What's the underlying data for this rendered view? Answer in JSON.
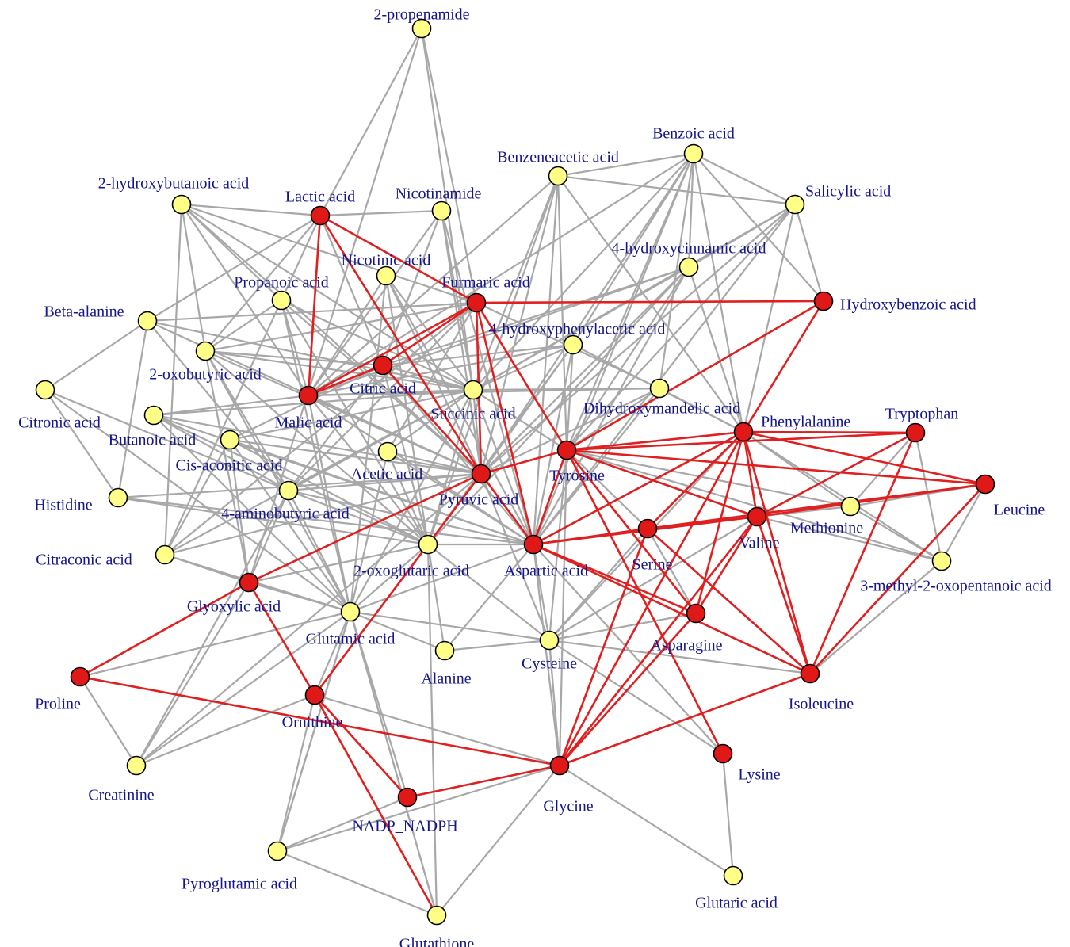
{
  "colors": {
    "red_node": "#e01818",
    "yellow_node": "#ffff88",
    "red_edge": "#e02020",
    "gray_edge": "#a8a8a8",
    "label": "#14148c"
  },
  "nodes": [
    {
      "id": "propenamide",
      "label": "2-propenamide",
      "color": "yellow"
    },
    {
      "id": "benzoic",
      "label": "Benzoic acid",
      "color": "yellow"
    },
    {
      "id": "benzeneacetic",
      "label": "Benzeneacetic acid",
      "color": "yellow"
    },
    {
      "id": "hydroxybutanoic",
      "label": "2-hydroxybutanoic acid",
      "color": "yellow"
    },
    {
      "id": "lactic",
      "label": "Lactic acid",
      "color": "red"
    },
    {
      "id": "nicotinamide",
      "label": "Nicotinamide",
      "color": "yellow"
    },
    {
      "id": "salicylic",
      "label": "Salicylic acid",
      "color": "yellow"
    },
    {
      "id": "hydroxycinnamic",
      "label": "4-hydroxycinnamic acid",
      "color": "yellow"
    },
    {
      "id": "nicotinic",
      "label": "Nicotinic acid",
      "color": "yellow"
    },
    {
      "id": "propanoic",
      "label": "Propanoic acid",
      "color": "yellow"
    },
    {
      "id": "fumaric",
      "label": "Furmaric acid",
      "color": "red"
    },
    {
      "id": "hydroxybenzoic",
      "label": "Hydroxybenzoic acid",
      "color": "red"
    },
    {
      "id": "betaalanine",
      "label": "Beta-alanine",
      "color": "yellow"
    },
    {
      "id": "hydroxyphenylacetic",
      "label": "4-hydroxyphenylacetic acid",
      "color": "yellow"
    },
    {
      "id": "oxobutyric",
      "label": "2-oxobutyric acid",
      "color": "yellow"
    },
    {
      "id": "citric",
      "label": "Citric acid",
      "color": "red"
    },
    {
      "id": "citronic",
      "label": "Citronic acid",
      "color": "yellow"
    },
    {
      "id": "malic",
      "label": "Malic acid",
      "color": "red"
    },
    {
      "id": "succinic",
      "label": "Succinic acid",
      "color": "yellow"
    },
    {
      "id": "dihydroxymandelic",
      "label": "Dihydroxymandelic acid",
      "color": "yellow"
    },
    {
      "id": "phenylalanine",
      "label": "Phenylalanine",
      "color": "red"
    },
    {
      "id": "tryptophan",
      "label": "Tryptophan",
      "color": "red"
    },
    {
      "id": "butanoic",
      "label": "Butanoic acid",
      "color": "yellow"
    },
    {
      "id": "cisaconitic",
      "label": "Cis-aconitic acid",
      "color": "yellow"
    },
    {
      "id": "acetic",
      "label": "Acetic acid",
      "color": "yellow"
    },
    {
      "id": "tyrosine",
      "label": "Tyrosine",
      "color": "red"
    },
    {
      "id": "pyruvic",
      "label": "Pyruvic acid",
      "color": "red"
    },
    {
      "id": "leucine",
      "label": "Leucine",
      "color": "red"
    },
    {
      "id": "histidine",
      "label": "Histidine",
      "color": "yellow"
    },
    {
      "id": "aminobutyric",
      "label": "4-aminobutyric acid",
      "color": "yellow"
    },
    {
      "id": "methionine",
      "label": "Methionine",
      "color": "yellow"
    },
    {
      "id": "valine",
      "label": "Valine",
      "color": "red"
    },
    {
      "id": "serine",
      "label": "Serine",
      "color": "red"
    },
    {
      "id": "citraconic",
      "label": "Citraconic acid",
      "color": "yellow"
    },
    {
      "id": "oxoglutaric",
      "label": "2-oxoglutaric acid",
      "color": "yellow"
    },
    {
      "id": "aspartic",
      "label": "Aspartic acid",
      "color": "red"
    },
    {
      "id": "methyloxopentanoic",
      "label": "3-methyl-2-oxopentanoic acid",
      "color": "yellow"
    },
    {
      "id": "glyoxylic",
      "label": "Glyoxylic acid",
      "color": "red"
    },
    {
      "id": "asparagine",
      "label": "Asparagine",
      "color": "red"
    },
    {
      "id": "glutamic",
      "label": "Glutamic acid",
      "color": "yellow"
    },
    {
      "id": "cysteine",
      "label": "Cysteine",
      "color": "yellow"
    },
    {
      "id": "alanine",
      "label": "Alanine",
      "color": "yellow"
    },
    {
      "id": "proline",
      "label": "Proline",
      "color": "red"
    },
    {
      "id": "isoleucine",
      "label": "Isoleucine",
      "color": "red"
    },
    {
      "id": "ornithine",
      "label": "Ornithine",
      "color": "red"
    },
    {
      "id": "creatinine",
      "label": "Creatinine",
      "color": "yellow"
    },
    {
      "id": "lysine",
      "label": "Lysine",
      "color": "red"
    },
    {
      "id": "glycine",
      "label": "Glycine",
      "color": "red"
    },
    {
      "id": "nadp",
      "label": "NADP_NADPH",
      "color": "red"
    },
    {
      "id": "pyroglutamic",
      "label": "Pyroglutamic acid",
      "color": "yellow"
    },
    {
      "id": "glutaric",
      "label": "Glutaric acid",
      "color": "yellow"
    },
    {
      "id": "glutathione",
      "label": "Glutathione",
      "color": "yellow"
    }
  ],
  "edges_red": [
    [
      "lactic",
      "malic"
    ],
    [
      "lactic",
      "fumaric"
    ],
    [
      "lactic",
      "pyruvic"
    ],
    [
      "fumaric",
      "hydroxybenzoic"
    ],
    [
      "fumaric",
      "malic"
    ],
    [
      "fumaric",
      "citric"
    ],
    [
      "fumaric",
      "pyruvic"
    ],
    [
      "fumaric",
      "tyrosine"
    ],
    [
      "fumaric",
      "aspartic"
    ],
    [
      "hydroxybenzoic",
      "phenylalanine"
    ],
    [
      "hydroxybenzoic",
      "tyrosine"
    ],
    [
      "citric",
      "malic"
    ],
    [
      "citric",
      "pyruvic"
    ],
    [
      "pyruvic",
      "tyrosine"
    ],
    [
      "pyruvic",
      "glyoxylic"
    ],
    [
      "pyruvic",
      "ornithine"
    ],
    [
      "pyruvic",
      "aspartic"
    ],
    [
      "tyrosine",
      "phenylalanine"
    ],
    [
      "tyrosine",
      "tryptophan"
    ],
    [
      "tyrosine",
      "leucine"
    ],
    [
      "tyrosine",
      "valine"
    ],
    [
      "tyrosine",
      "aspartic"
    ],
    [
      "tyrosine",
      "asparagine"
    ],
    [
      "tyrosine",
      "lysine"
    ],
    [
      "phenylalanine",
      "tryptophan"
    ],
    [
      "phenylalanine",
      "leucine"
    ],
    [
      "phenylalanine",
      "valine"
    ],
    [
      "phenylalanine",
      "serine"
    ],
    [
      "phenylalanine",
      "isoleucine"
    ],
    [
      "phenylalanine",
      "glycine"
    ],
    [
      "phenylalanine",
      "asparagine"
    ],
    [
      "phenylalanine",
      "aspartic"
    ],
    [
      "tryptophan",
      "valine"
    ],
    [
      "tryptophan",
      "isoleucine"
    ],
    [
      "leucine",
      "valine"
    ],
    [
      "leucine",
      "serine"
    ],
    [
      "leucine",
      "isoleucine"
    ],
    [
      "valine",
      "serine"
    ],
    [
      "valine",
      "aspartic"
    ],
    [
      "valine",
      "isoleucine"
    ],
    [
      "valine",
      "glycine"
    ],
    [
      "valine",
      "asparagine"
    ],
    [
      "serine",
      "aspartic"
    ],
    [
      "serine",
      "glycine"
    ],
    [
      "serine",
      "isoleucine"
    ],
    [
      "aspartic",
      "asparagine"
    ],
    [
      "aspartic",
      "isoleucine"
    ],
    [
      "glyoxylic",
      "proline"
    ],
    [
      "glyoxylic",
      "ornithine"
    ],
    [
      "proline",
      "glycine"
    ],
    [
      "ornithine",
      "nadp"
    ],
    [
      "ornithine",
      "glutathione"
    ],
    [
      "glycine",
      "nadp"
    ],
    [
      "glycine",
      "asparagine"
    ],
    [
      "glycine",
      "isoleucine"
    ]
  ],
  "edges_gray": [
    [
      "propenamide",
      "lactic"
    ],
    [
      "propenamide",
      "glyoxylic"
    ],
    [
      "propenamide",
      "fumaric"
    ],
    [
      "propenamide",
      "succinic"
    ],
    [
      "benzoic",
      "benzeneacetic"
    ],
    [
      "benzoic",
      "salicylic"
    ],
    [
      "benzoic",
      "hydroxycinnamic"
    ],
    [
      "benzoic",
      "pyruvic"
    ],
    [
      "benzoic",
      "succinic"
    ],
    [
      "benzoic",
      "hydroxyphenylacetic"
    ],
    [
      "benzoic",
      "tyrosine"
    ],
    [
      "benzoic",
      "phenylalanine"
    ],
    [
      "benzoic",
      "dihydroxymandelic"
    ],
    [
      "benzoic",
      "malic"
    ],
    [
      "benzoic",
      "aspartic"
    ],
    [
      "benzoic",
      "hydroxybenzoic"
    ],
    [
      "benzeneacetic",
      "salicylic"
    ],
    [
      "benzeneacetic",
      "pyruvic"
    ],
    [
      "benzeneacetic",
      "succinic"
    ],
    [
      "benzeneacetic",
      "tyrosine"
    ],
    [
      "benzeneacetic",
      "phenylalanine"
    ],
    [
      "benzeneacetic",
      "oxoglutaric"
    ],
    [
      "benzeneacetic",
      "aspartic"
    ],
    [
      "benzeneacetic",
      "malic"
    ],
    [
      "salicylic",
      "hydroxybenzoic"
    ],
    [
      "salicylic",
      "phenylalanine"
    ],
    [
      "salicylic",
      "pyruvic"
    ],
    [
      "salicylic",
      "hydroxycinnamic"
    ],
    [
      "salicylic",
      "succinic"
    ],
    [
      "salicylic",
      "tyrosine"
    ],
    [
      "salicylic",
      "aspartic"
    ],
    [
      "hydroxycinnamic",
      "pyruvic"
    ],
    [
      "hydroxycinnamic",
      "succinic"
    ],
    [
      "hydroxycinnamic",
      "aspartic"
    ],
    [
      "hydroxycinnamic",
      "malic"
    ],
    [
      "hydroxycinnamic",
      "tyrosine"
    ],
    [
      "hydroxycinnamic",
      "phenylalanine"
    ],
    [
      "hydroxycinnamic",
      "oxoglutaric"
    ],
    [
      "hydroxycinnamic",
      "citric"
    ],
    [
      "hydroxybutanoic",
      "lactic"
    ],
    [
      "hydroxybutanoic",
      "propanoic"
    ],
    [
      "hydroxybutanoic",
      "oxobutyric"
    ],
    [
      "hydroxybutanoic",
      "malic"
    ],
    [
      "hydroxybutanoic",
      "pyruvic"
    ],
    [
      "hydroxybutanoic",
      "fumaric"
    ],
    [
      "hydroxybutanoic",
      "succinic"
    ],
    [
      "hydroxybutanoic",
      "citraconic"
    ],
    [
      "lactic",
      "nicotinamide"
    ],
    [
      "lactic",
      "oxobutyric"
    ],
    [
      "lactic",
      "betaalanine"
    ],
    [
      "lactic",
      "propanoic"
    ],
    [
      "lactic",
      "citric"
    ],
    [
      "nicotinamide",
      "pyruvic"
    ],
    [
      "nicotinamide",
      "succinic"
    ],
    [
      "nicotinamide",
      "aspartic"
    ],
    [
      "nicotinamide",
      "malic"
    ],
    [
      "nicotinamide",
      "citric"
    ],
    [
      "nicotinic",
      "pyruvic"
    ],
    [
      "nicotinic",
      "succinic"
    ],
    [
      "nicotinic",
      "oxoglutaric"
    ],
    [
      "nicotinic",
      "aspartic"
    ],
    [
      "nicotinic",
      "malic"
    ],
    [
      "nicotinic",
      "glutamic"
    ],
    [
      "propanoic",
      "pyruvic"
    ],
    [
      "propanoic",
      "oxobutyric"
    ],
    [
      "propanoic",
      "succinic"
    ],
    [
      "propanoic",
      "citraconic"
    ],
    [
      "propanoic",
      "glutamic"
    ],
    [
      "propanoic",
      "malic"
    ],
    [
      "propanoic",
      "oxoglutaric"
    ],
    [
      "betaalanine",
      "pyruvic"
    ],
    [
      "betaalanine",
      "citronic"
    ],
    [
      "betaalanine",
      "histidine"
    ],
    [
      "betaalanine",
      "succinic"
    ],
    [
      "betaalanine",
      "aminobutyric"
    ],
    [
      "betaalanine",
      "fumaric"
    ],
    [
      "oxobutyric",
      "pyruvic"
    ],
    [
      "oxobutyric",
      "succinic"
    ],
    [
      "oxobutyric",
      "oxoglutaric"
    ],
    [
      "oxobutyric",
      "glutamic"
    ],
    [
      "oxobutyric",
      "aminobutyric"
    ],
    [
      "oxobutyric",
      "glyoxylic"
    ],
    [
      "oxobutyric",
      "citric"
    ],
    [
      "oxobutyric",
      "fumaric"
    ],
    [
      "citronic",
      "histidine"
    ],
    [
      "citronic",
      "aminobutyric"
    ],
    [
      "citronic",
      "glutamic"
    ],
    [
      "butanoic",
      "pyruvic"
    ],
    [
      "butanoic",
      "succinic"
    ],
    [
      "butanoic",
      "oxoglutaric"
    ],
    [
      "butanoic",
      "aminobutyric"
    ],
    [
      "butanoic",
      "glutamic"
    ],
    [
      "butanoic",
      "aspartic"
    ],
    [
      "butanoic",
      "malic"
    ],
    [
      "cisaconitic",
      "pyruvic"
    ],
    [
      "cisaconitic",
      "succinic"
    ],
    [
      "cisaconitic",
      "oxoglutaric"
    ],
    [
      "cisaconitic",
      "glyoxylic"
    ],
    [
      "cisaconitic",
      "glutamic"
    ],
    [
      "cisaconitic",
      "aspartic"
    ],
    [
      "cisaconitic",
      "citraconic"
    ],
    [
      "cisaconitic",
      "citric"
    ],
    [
      "histidine",
      "pyruvic"
    ],
    [
      "histidine",
      "aspartic"
    ],
    [
      "histidine",
      "oxoglutaric"
    ],
    [
      "aminobutyric",
      "pyruvic"
    ],
    [
      "aminobutyric",
      "succinic"
    ],
    [
      "aminobutyric",
      "glutamic"
    ],
    [
      "aminobutyric",
      "oxoglutaric"
    ],
    [
      "aminobutyric",
      "aspartic"
    ],
    [
      "aminobutyric",
      "glyoxylic"
    ],
    [
      "aminobutyric",
      "fumaric"
    ],
    [
      "aminobutyric",
      "citric"
    ],
    [
      "citraconic",
      "pyruvic"
    ],
    [
      "citraconic",
      "glutamic"
    ],
    [
      "citraconic",
      "succinic"
    ],
    [
      "citraconic",
      "fumaric"
    ],
    [
      "malic",
      "pyruvic"
    ],
    [
      "malic",
      "succinic"
    ],
    [
      "malic",
      "oxoglutaric"
    ],
    [
      "malic",
      "aspartic"
    ],
    [
      "malic",
      "glutamic"
    ],
    [
      "citric",
      "succinic"
    ],
    [
      "citric",
      "oxoglutaric"
    ],
    [
      "citric",
      "aspartic"
    ],
    [
      "succinic",
      "pyruvic"
    ],
    [
      "succinic",
      "oxoglutaric"
    ],
    [
      "succinic",
      "aspartic"
    ],
    [
      "succinic",
      "tyrosine"
    ],
    [
      "succinic",
      "glutamic"
    ],
    [
      "acetic",
      "pyruvic"
    ],
    [
      "acetic",
      "succinic"
    ],
    [
      "acetic",
      "oxoglutaric"
    ],
    [
      "acetic",
      "aspartic"
    ],
    [
      "acetic",
      "glutamic"
    ],
    [
      "acetic",
      "fumaric"
    ],
    [
      "hydroxyphenylacetic",
      "pyruvic"
    ],
    [
      "hydroxyphenylacetic",
      "succinic"
    ],
    [
      "hydroxyphenylacetic",
      "aspartic"
    ],
    [
      "hydroxyphenylacetic",
      "tyrosine"
    ],
    [
      "hydroxyphenylacetic",
      "oxoglutaric"
    ],
    [
      "hydroxyphenylacetic",
      "malic"
    ],
    [
      "hydroxyphenylacetic",
      "phenylalanine"
    ],
    [
      "hydroxyphenylacetic",
      "citric"
    ],
    [
      "dihydroxymandelic",
      "pyruvic"
    ],
    [
      "dihydroxymandelic",
      "succinic"
    ],
    [
      "dihydroxymandelic",
      "aspartic"
    ],
    [
      "dihydroxymandelic",
      "phenylalanine"
    ],
    [
      "dihydroxymandelic",
      "tyrosine"
    ],
    [
      "dihydroxymandelic",
      "malic"
    ],
    [
      "dihydroxymandelic",
      "fumaric"
    ],
    [
      "tyrosine",
      "aspartic"
    ],
    [
      "tyrosine",
      "cysteine"
    ],
    [
      "tyrosine",
      "methionine"
    ],
    [
      "tyrosine",
      "glycine"
    ],
    [
      "tyrosine",
      "methyloxopentanoic"
    ],
    [
      "tyrosine",
      "serine"
    ],
    [
      "phenylalanine",
      "methionine"
    ],
    [
      "phenylalanine",
      "methyloxopentanoic"
    ],
    [
      "phenylalanine",
      "cysteine"
    ],
    [
      "tryptophan",
      "methionine"
    ],
    [
      "tryptophan",
      "methyloxopentanoic"
    ],
    [
      "leucine",
      "methionine"
    ],
    [
      "leucine",
      "methyloxopentanoic"
    ],
    [
      "methionine",
      "serine"
    ],
    [
      "methionine",
      "methyloxopentanoic"
    ],
    [
      "methyloxopentanoic",
      "valine"
    ],
    [
      "methyloxopentanoic",
      "isoleucine"
    ],
    [
      "serine",
      "cysteine"
    ],
    [
      "serine",
      "asparagine"
    ],
    [
      "aspartic",
      "oxoglutaric"
    ],
    [
      "aspartic",
      "cysteine"
    ],
    [
      "aspartic",
      "glycine"
    ],
    [
      "aspartic",
      "alanine"
    ],
    [
      "aspartic",
      "glutamic"
    ],
    [
      "aspartic",
      "pyruvic"
    ],
    [
      "oxoglutaric",
      "glutamic"
    ],
    [
      "oxoglutaric",
      "alanine"
    ],
    [
      "oxoglutaric",
      "cysteine"
    ],
    [
      "oxoglutaric",
      "glyoxylic"
    ],
    [
      "oxoglutaric",
      "glutathione"
    ],
    [
      "oxoglutaric",
      "ornithine"
    ],
    [
      "oxoglutaric",
      "pyruvic"
    ],
    [
      "glutamic",
      "alanine"
    ],
    [
      "glutamic",
      "cysteine"
    ],
    [
      "glutamic",
      "ornithine"
    ],
    [
      "glutamic",
      "nadp"
    ],
    [
      "glutamic",
      "glutathione"
    ],
    [
      "glutamic",
      "creatinine"
    ],
    [
      "glutamic",
      "pyroglutamic"
    ],
    [
      "glutamic",
      "glyoxylic"
    ],
    [
      "cysteine",
      "alanine"
    ],
    [
      "cysteine",
      "glycine"
    ],
    [
      "cysteine",
      "asparagine"
    ],
    [
      "cysteine",
      "isoleucine"
    ],
    [
      "cysteine",
      "valine"
    ],
    [
      "cysteine",
      "lysine"
    ],
    [
      "cysteine",
      "pyruvic"
    ],
    [
      "glyoxylic",
      "creatinine"
    ],
    [
      "glyoxylic",
      "citraconic"
    ],
    [
      "glyoxylic",
      "proline"
    ],
    [
      "proline",
      "creatinine"
    ],
    [
      "proline",
      "glutamic"
    ],
    [
      "ornithine",
      "creatinine"
    ],
    [
      "ornithine",
      "pyroglutamic"
    ],
    [
      "ornithine",
      "glycine"
    ],
    [
      "ornithine",
      "nadp"
    ],
    [
      "creatinine",
      "aminobutyric"
    ],
    [
      "creatinine",
      "pyruvic"
    ],
    [
      "pyroglutamic",
      "glycine"
    ],
    [
      "pyroglutamic",
      "glutathione"
    ],
    [
      "pyroglutamic",
      "nadp"
    ],
    [
      "pyroglutamic",
      "glutamic"
    ],
    [
      "glutathione",
      "glycine"
    ],
    [
      "glutathione",
      "glutamic"
    ],
    [
      "glycine",
      "glutaric"
    ],
    [
      "glycine",
      "cysteine"
    ],
    [
      "lysine",
      "glutaric"
    ],
    [
      "lysine",
      "aspartic"
    ],
    [
      "isoleucine",
      "valine"
    ],
    [
      "isoleucine",
      "serine"
    ]
  ]
}
